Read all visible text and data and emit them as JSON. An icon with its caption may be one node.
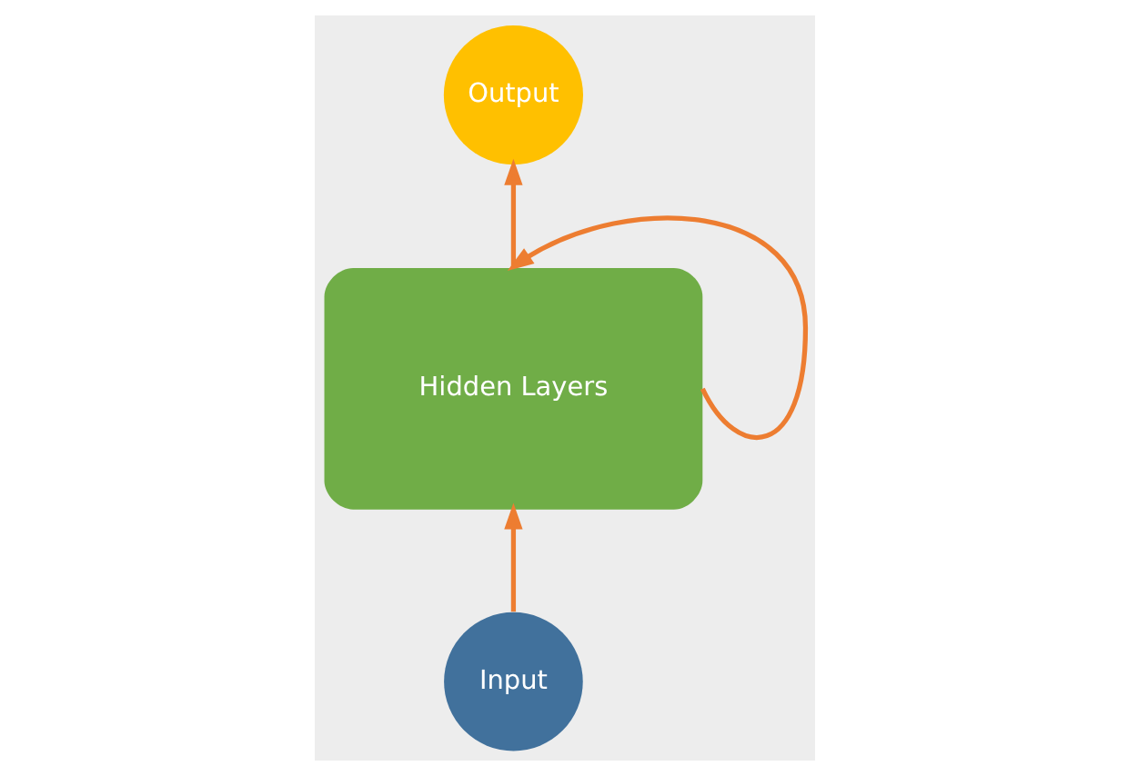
{
  "diagram": {
    "nodes": [
      {
        "text": [
          "Output"
        ]
      },
      {
        "text": [
          "Hidden Layers"
        ]
      },
      {
        "text": [
          "Input"
        ]
      }
    ],
    "edges": [
      {
        "from": 2,
        "to": 1,
        "arrow": "to"
      },
      {
        "from": 1,
        "to": 0,
        "arrow": "to"
      },
      {
        "from": 1,
        "to": 1,
        "arrow": "to"
      }
    ]
  }
}
